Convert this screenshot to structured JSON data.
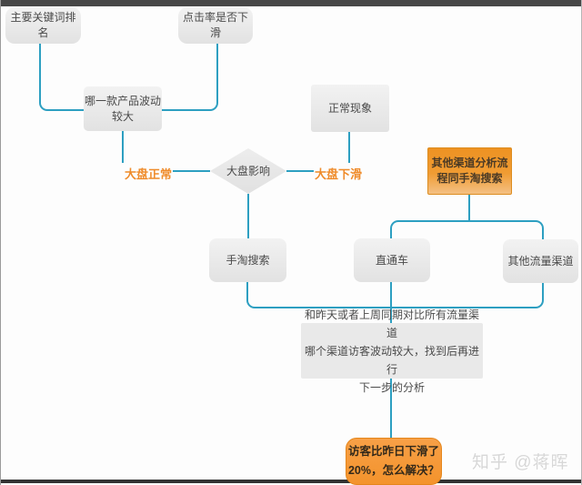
{
  "page": {
    "background": "#fdfdfd",
    "top_bar_color": "#474747",
    "bottom_bar_color": "#333333"
  },
  "colors": {
    "connector": "#2d9fc1",
    "branch_label_orange": "#ef8b2a",
    "gray_node_fill": "#e9e9e9",
    "orange_note_fill": "#f09c33",
    "question_fill": "#f4932c"
  },
  "flowchart": {
    "nodes": {
      "keyword_rank": {
        "label": "主要关键词排名"
      },
      "ctr_decline": {
        "label": "点击率是否下滑"
      },
      "product_fluctuation": {
        "label": "哪一款产品波动\n较大"
      },
      "market_normal": {
        "label": "大盘正常"
      },
      "market_influence": {
        "label": "大盘影响"
      },
      "market_decline": {
        "label": "大盘下滑"
      },
      "normal_phenomenon": {
        "label": "正常现象"
      },
      "other_channel_note": {
        "label": "其他渠道分析流\n程同手淘搜索"
      },
      "taobao_search": {
        "label": "手淘搜索"
      },
      "direct_train": {
        "label": "直通车"
      },
      "other_traffic": {
        "label": "其他流量渠道"
      },
      "compare_note": {
        "label": "和昨天或者上周同期对比所有流量渠道\n哪个渠道访客波动较大，找到后再进行\n下一步的分析"
      },
      "question": {
        "label": "访客比昨日下滑了\n20%，怎么解决？"
      }
    }
  },
  "watermark": {
    "text": "知乎 @蒋晖"
  }
}
